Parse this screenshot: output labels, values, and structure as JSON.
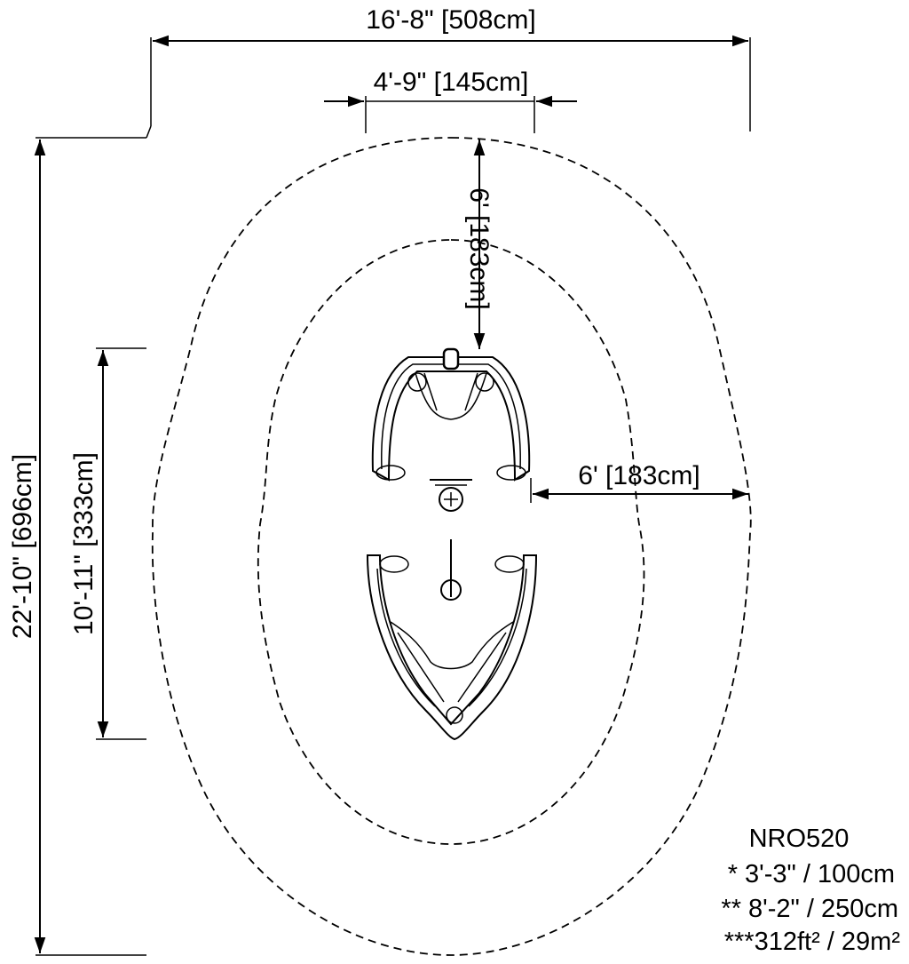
{
  "dimensions": {
    "overall_width": "16'-8\" [508cm]",
    "inner_width": "4'-9\" [145cm]",
    "top_clearance": "6' [183cm]",
    "side_clearance": "6' [183cm]",
    "overall_length": "22'-10\" [696cm]",
    "equipment_length": "10'-11\" [333cm]"
  },
  "notes": {
    "model": "NRO520",
    "line1": "* 3'-3\" / 100cm",
    "line2": "** 8'-2\" / 250cm",
    "line3": "***312ft² / 29m²"
  }
}
